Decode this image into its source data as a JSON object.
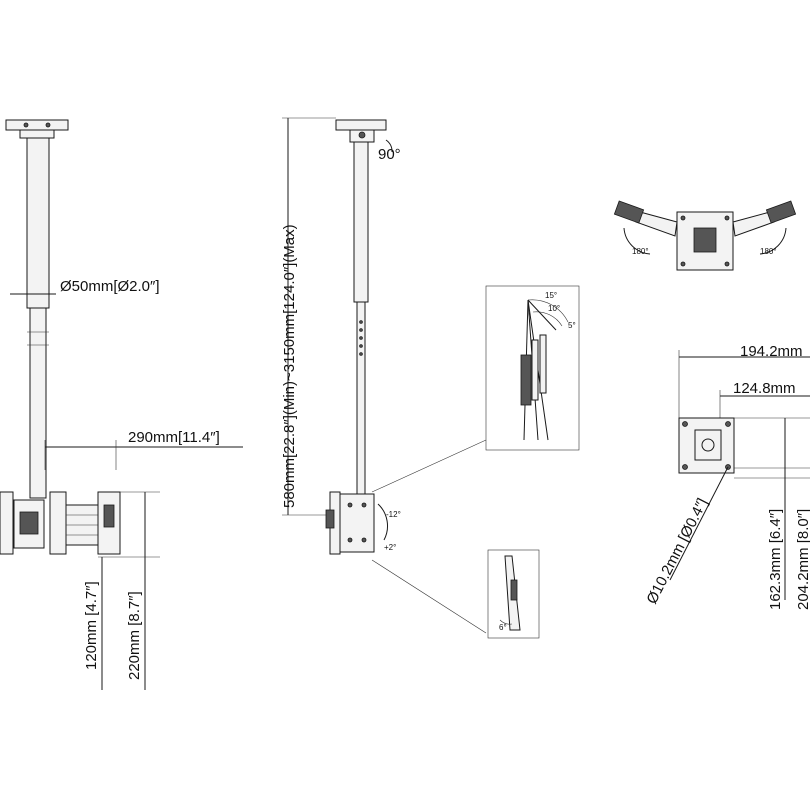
{
  "dimensions": {
    "pole_diameter": "Ø50mm[Ø2.0″]",
    "arm_width": "290mm[11.4″]",
    "height_range": "580mm[22.8″](Min)~3150mm[124.0″](Max)",
    "plate_height_120": "120mm [4.7″]",
    "plate_height_220": "220mm [8.7″]",
    "top_width_194": "194.2mm",
    "top_width_124": "124.8mm",
    "hole_diameter": "Ø10.2mm [Ø0.4″]",
    "depth_162": "162.3mm [6.4″]",
    "depth_204": "204.2mm [8.0″]"
  },
  "angles": {
    "ceiling_rotate": "90°",
    "swivel_left": "180°",
    "swivel_right": "180°",
    "tilt_15": "15°",
    "tilt_10": "10°",
    "tilt_5": "5°",
    "tilt_minus12": "-12°",
    "tilt_plus2": "+2°",
    "tilt_6": "6°"
  }
}
